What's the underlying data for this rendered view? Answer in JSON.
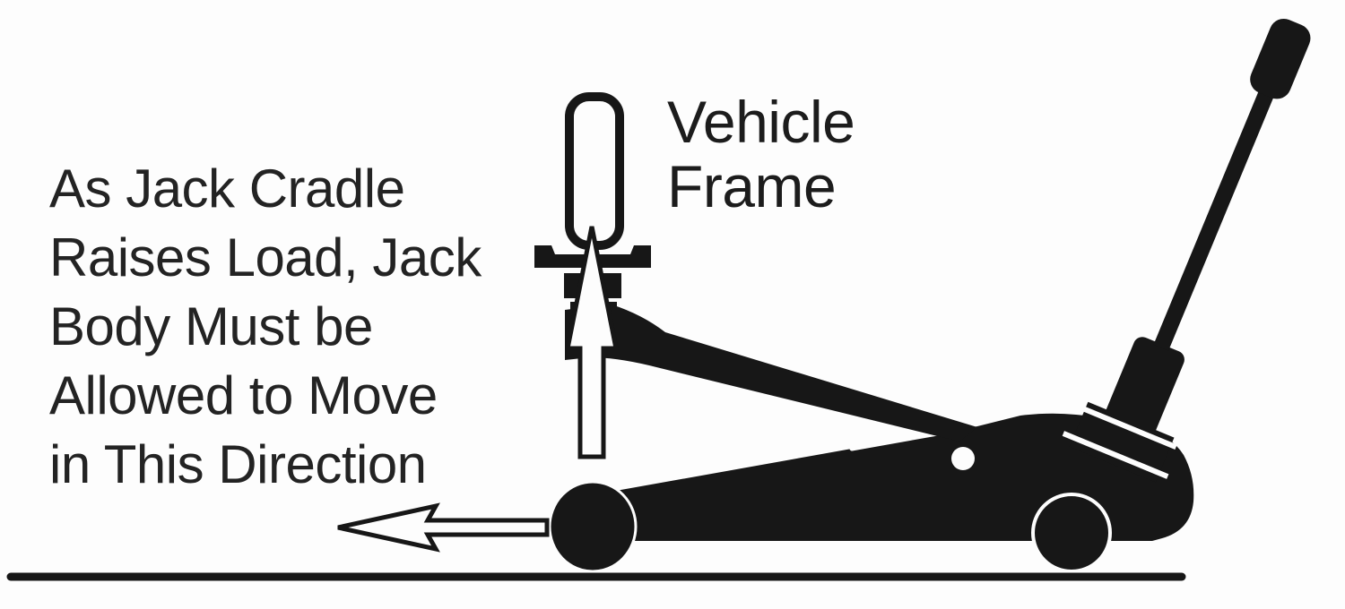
{
  "diagram_title_visible": false,
  "colors": {
    "ink": "#171717",
    "text": "#232323",
    "background": "#fdfdfd"
  },
  "labels": {
    "vehicle_frame": [
      "Vehicle",
      "Frame"
    ],
    "annotation": [
      "As Jack Cradle",
      "Raises Load, Jack",
      "Body Must be",
      "Allowed to Move",
      "in This Direction"
    ]
  },
  "icons": {
    "up_arrow": "cradle-raise-direction-arrow (white, black outline, points up through jack cradle)",
    "left_arrow": "jack-body-movement-direction-arrow (white, black outline, points left along ground)",
    "jack_silhouette": "floor-jack side view in solid black",
    "vehicle_frame_symbol": "rounded vertical rectangle outline above jack cradle",
    "ground": "horizontal ground line under wheels"
  }
}
